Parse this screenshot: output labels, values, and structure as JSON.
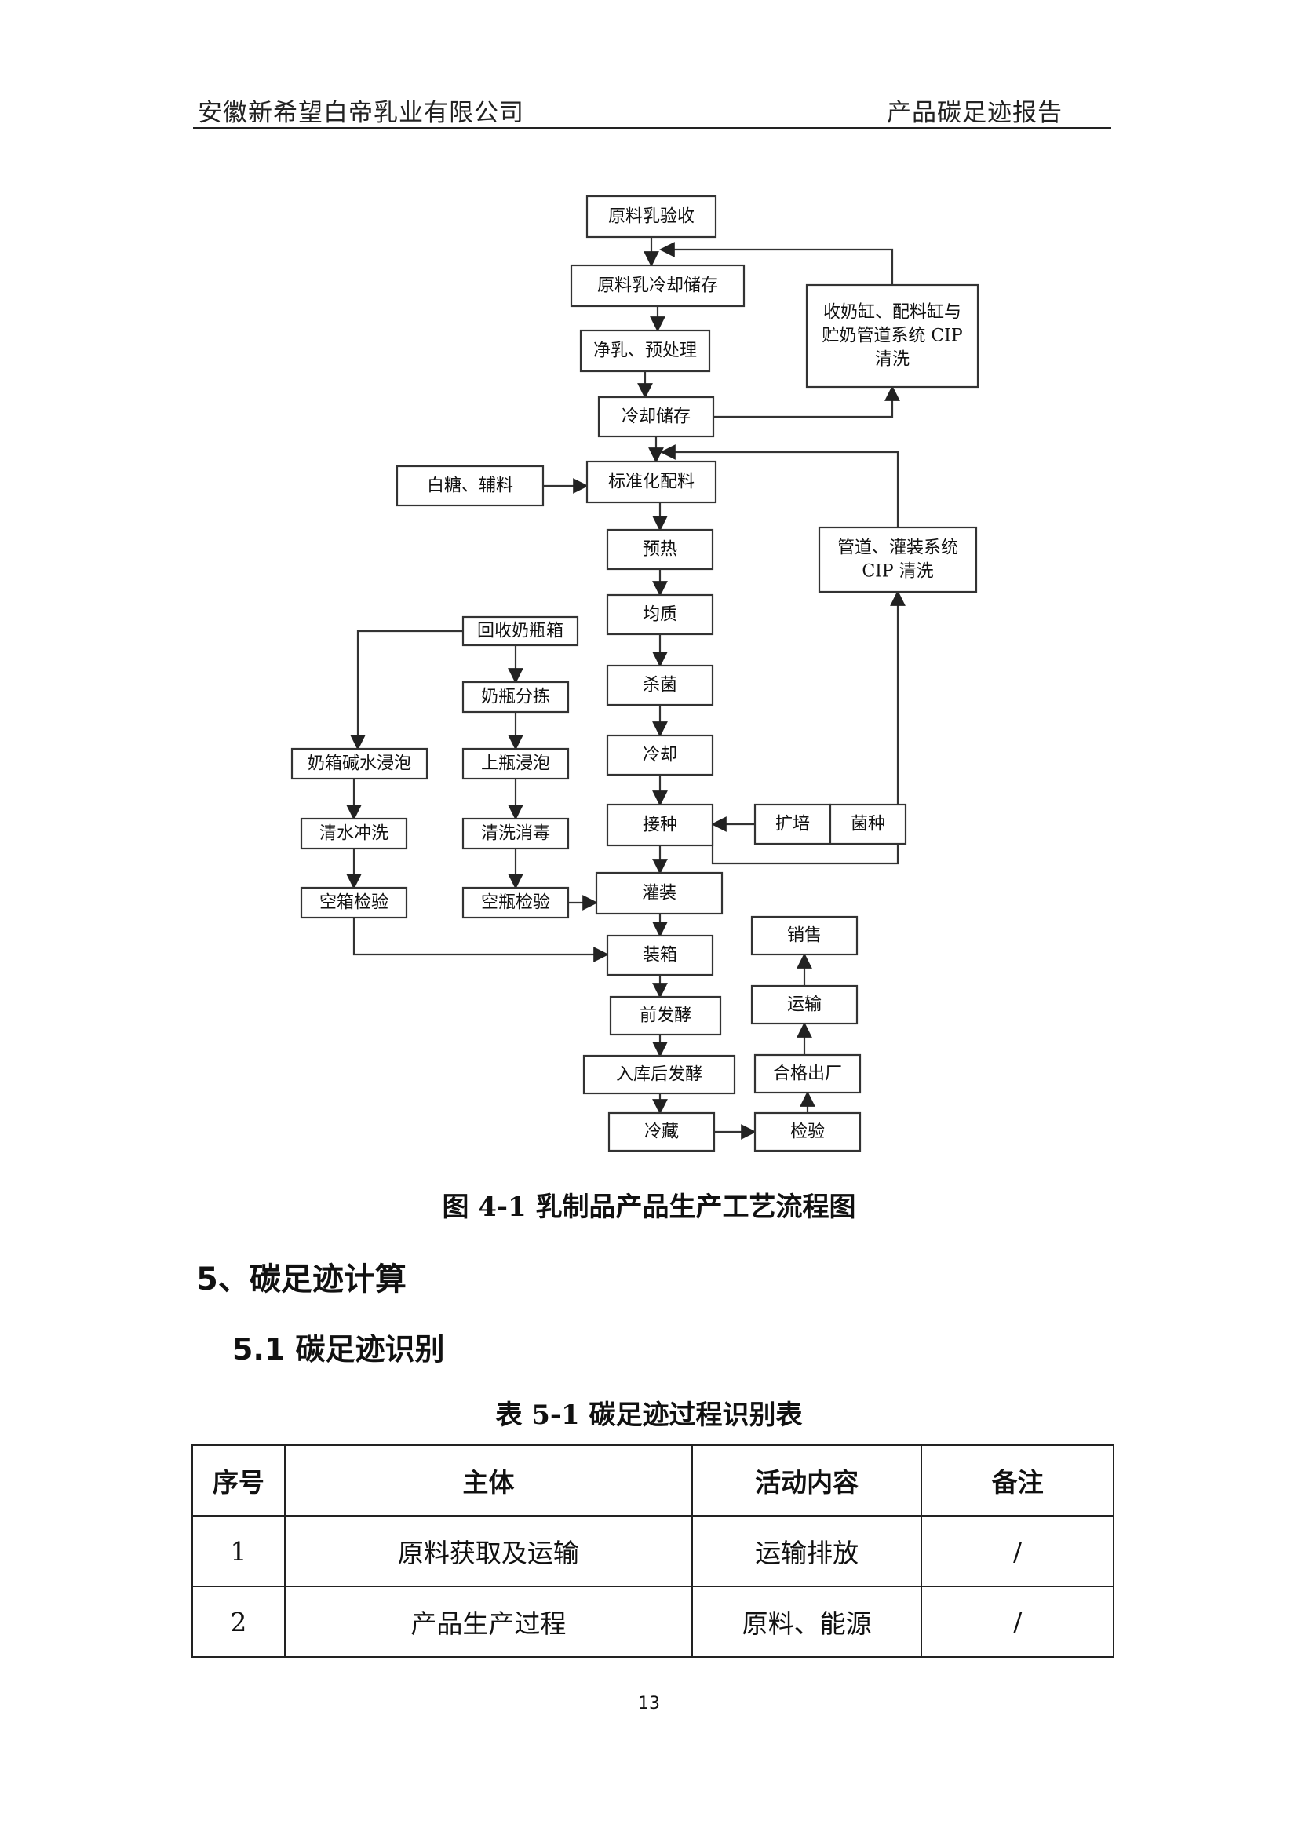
{
  "header": {
    "company": "安徽新希望白帝乳业有限公司",
    "report": "产品碳足迹报告"
  },
  "flowchart": {
    "boxes": [
      {
        "id": "raw-milk-receipt",
        "label": "原料乳验收"
      },
      {
        "id": "raw-milk-cooling-storage",
        "label": "原料乳冷却储存"
      },
      {
        "id": "clarification-pretreatment",
        "label": "净乳、预处理"
      },
      {
        "id": "cooling-storage",
        "label": "冷却储存"
      },
      {
        "id": "standardization-blending",
        "label": "标准化配料"
      },
      {
        "id": "preheating",
        "label": "预热"
      },
      {
        "id": "homogenization",
        "label": "均质"
      },
      {
        "id": "sterilization",
        "label": "杀菌"
      },
      {
        "id": "cooling",
        "label": "冷却"
      },
      {
        "id": "inoculation",
        "label": "接种"
      },
      {
        "id": "filling",
        "label": "灌装"
      },
      {
        "id": "boxing",
        "label": "装箱"
      },
      {
        "id": "pre-fermentation",
        "label": "前发酵"
      },
      {
        "id": "post-fermentation",
        "label": "入库后发酵"
      },
      {
        "id": "cold-storage",
        "label": "冷藏"
      },
      {
        "id": "inspection",
        "label": "检验"
      },
      {
        "id": "qualified-dispatch",
        "label": "合格出厂"
      },
      {
        "id": "transport",
        "label": "运输"
      },
      {
        "id": "sales",
        "label": "销售"
      },
      {
        "id": "sugar-auxiliary",
        "label": "白糖、辅料"
      },
      {
        "id": "starter-expansion",
        "label": "扩培"
      },
      {
        "id": "starter-culture",
        "label": "菌种"
      },
      {
        "id": "cip-tanks",
        "lines": [
          "收奶缸、配料缸与",
          "贮奶管道系统 CIP",
          "清洗"
        ]
      },
      {
        "id": "cip-filling",
        "lines": [
          "管道、灌装系统",
          "CIP 清洗"
        ]
      },
      {
        "id": "recycled-crates",
        "label": "回收奶瓶箱"
      },
      {
        "id": "bottle-sorting",
        "label": "奶瓶分拣"
      },
      {
        "id": "bottle-soaking",
        "label": "上瓶浸泡"
      },
      {
        "id": "cleaning-disinfection",
        "label": "清洗消毒"
      },
      {
        "id": "empty-bottle-inspection",
        "label": "空瓶检验"
      },
      {
        "id": "crate-alkali-soaking",
        "label": "奶箱碱水浸泡"
      },
      {
        "id": "water-rinsing",
        "label": "清水冲洗"
      },
      {
        "id": "empty-crate-inspection",
        "label": "空箱检验"
      }
    ]
  },
  "caption": "图 4-1  乳制品产品生产工艺流程图",
  "section": {
    "title": "5、碳足迹计算",
    "subtitle": "5.1 碳足迹识别"
  },
  "table": {
    "title": "表 5-1 碳足迹过程识别表",
    "headers": [
      "序号",
      "主体",
      "活动内容",
      "备注"
    ],
    "rows": [
      [
        "1",
        "原料获取及运输",
        "运输排放",
        "/"
      ],
      [
        "2",
        "产品生产过程",
        "原料、能源",
        "/"
      ]
    ]
  },
  "page_number": "13"
}
